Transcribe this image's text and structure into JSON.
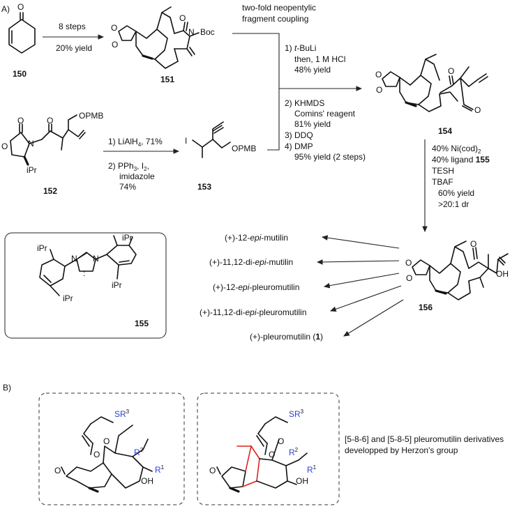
{
  "section_a": "A)",
  "section_b": "B)",
  "step1": {
    "above": "8 steps",
    "below": "20% yield"
  },
  "fragment_coupling": {
    "line1": "two-fold neopentylic",
    "line2": "fragment coupling"
  },
  "coupling_conditions": {
    "c1_num": "1) ",
    "c1_reagent": "t",
    "c1_rest": "-BuLi",
    "c1_l2": "then, 1 M HCl",
    "c1_l3": "48% yield",
    "c2_l1": "2) KHMDS",
    "c2_l2": "Comins' reagent",
    "c2_l3": "81% yield",
    "c3": "3) DDQ",
    "c4": "4) DMP",
    "c4_yield": "95% yield (2 steps)"
  },
  "step153": {
    "l1_pre": "1) LiAlH",
    "l1_sub": "4",
    "l1_post": ", 71%",
    "l2_pre": "2) PPh",
    "l2_sub": "3",
    "l2_mid": ", I",
    "l2_sub2": "2",
    "l2_post": ",",
    "l3": "imidazole",
    "l4": "74%"
  },
  "step156": {
    "l1_pre": "40% Ni(cod)",
    "l1_sub": "2",
    "l2_pre": "40% ligand ",
    "l2_ref": "155",
    "l3": "TESH",
    "l4": "TBAF",
    "l5": "60% yield",
    "l6": ">20:1 dr"
  },
  "compounds": {
    "c150": "150",
    "c151": "151",
    "c152": "152",
    "c153": "153",
    "c154": "154",
    "c155": "155",
    "c156": "156"
  },
  "atom_labels": {
    "O": "O",
    "N": "N",
    "Boc": "Boc",
    "OPMB": "OPMB",
    "iPr": "iPr",
    "I": "I",
    "OH": "OH",
    "SR": "SR",
    "three": "3",
    "R": "R",
    "one": "1",
    "two": "2",
    "carbene": ":"
  },
  "products": {
    "p1_a": "(+)-12-",
    "p1_b": "epi",
    "p1_c": "-mutilin",
    "p2_a": "(+)-11,12-di-",
    "p2_b": "epi",
    "p2_c": "-mutilin",
    "p3_a": "(+)-12-",
    "p3_b": "epi",
    "p3_c": "-pleuromutilin",
    "p4_a": "(+)-11,12-di-",
    "p4_b": "epi",
    "p4_c": "-pleuromutilin",
    "p5_a": "(+)-pleuromutilin (",
    "p5_b": "1",
    "p5_c": ")"
  },
  "section_b_caption": {
    "l1": "[5-8-6] and [5-8-5] pleuromutilin derivatives",
    "l2": "developped by Herzon's group"
  }
}
